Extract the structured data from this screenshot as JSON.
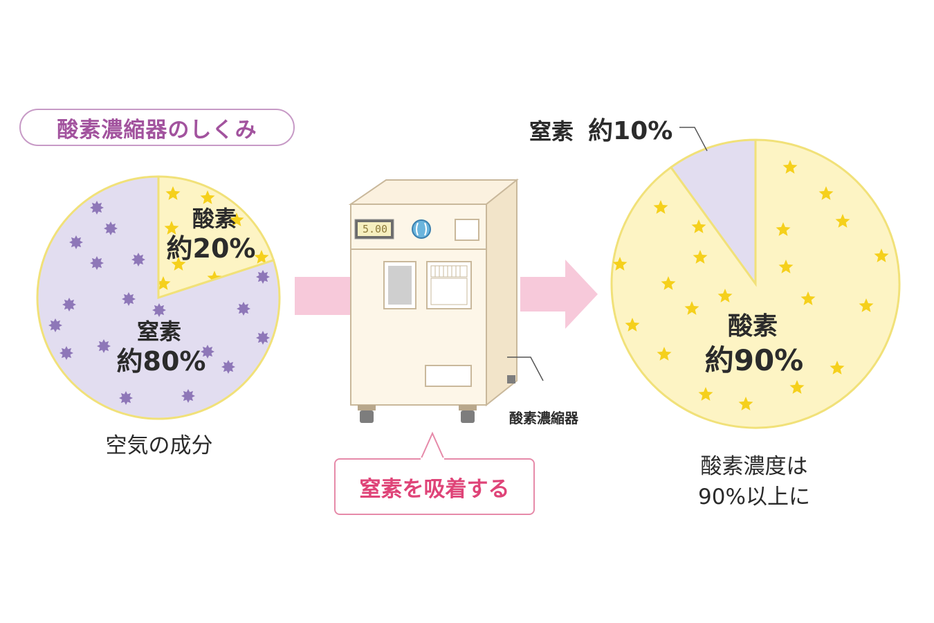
{
  "title": "酸素濃縮器のしくみ",
  "left_chart": {
    "oxygen_label": "酸素",
    "oxygen_value": "約20%",
    "nitrogen_label": "窒素",
    "nitrogen_value": "約80%",
    "caption": "空気の成分"
  },
  "device": {
    "display_value": "5.00",
    "label": "酸素濃縮器"
  },
  "callout": "窒素を吸着する",
  "right_chart": {
    "nitrogen_label": "窒素",
    "nitrogen_value": "約10%",
    "oxygen_label": "酸素",
    "oxygen_value": "約90%",
    "caption_line1": "酸素濃度は",
    "caption_line2": "90%以上に"
  },
  "chart_data": [
    {
      "type": "pie",
      "caption": "空気の成分",
      "categories": [
        "酸素",
        "窒素"
      ],
      "values": [
        20,
        80
      ]
    },
    {
      "type": "pie",
      "caption": "酸素濃度は 90%以上に",
      "categories": [
        "窒素",
        "酸素"
      ],
      "values": [
        10,
        90
      ]
    }
  ],
  "colors": {
    "nitrogen_fill": "#e2ddf0",
    "nitrogen_mark": "#8e77b8",
    "oxygen_fill": "#fdf4c4",
    "oxygen_mark": "#f5d01c",
    "pie_stroke": "#f1e179",
    "title_text": "#a2539e",
    "arrow": "#f6c6d8",
    "callout_text": "#df4478"
  }
}
